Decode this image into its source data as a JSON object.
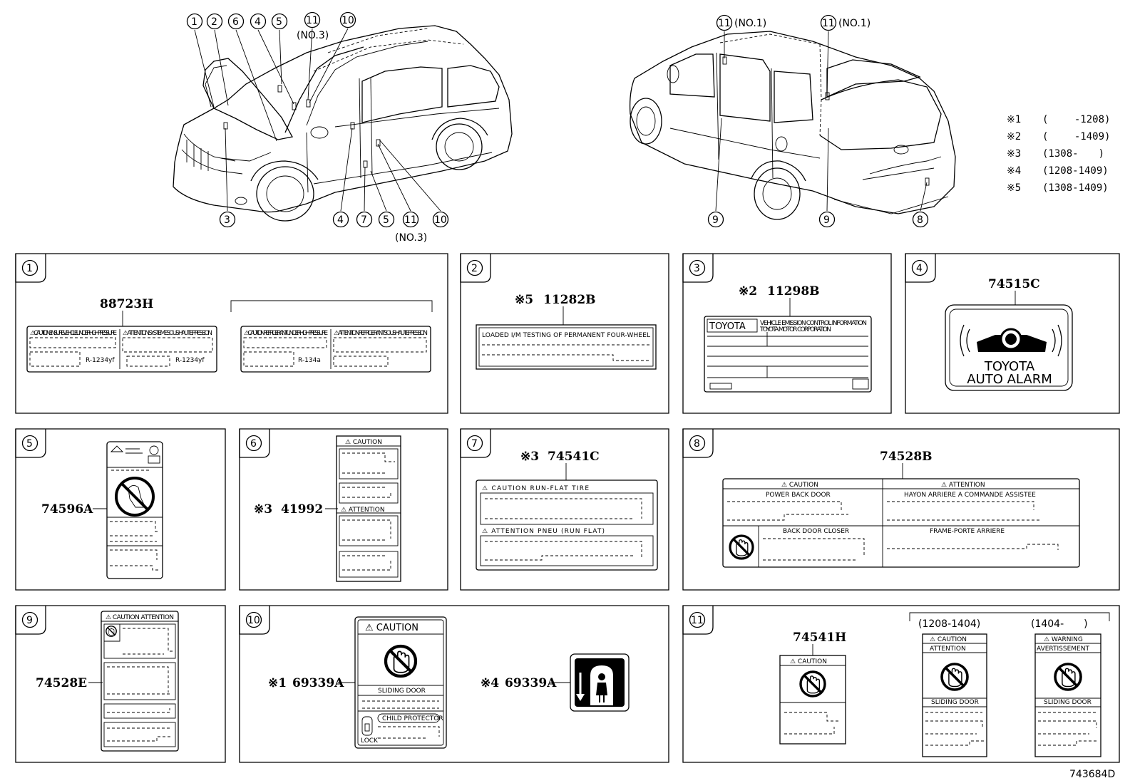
{
  "figure_code": "743684D",
  "notes": [
    {
      "mark": "※1",
      "range": "(　　 -1208)"
    },
    {
      "mark": "※2",
      "range": "(　　 -1409)"
    },
    {
      "mark": "※3",
      "range": "(1308-　　)"
    },
    {
      "mark": "※4",
      "range": "(1208-1409)"
    },
    {
      "mark": "※5",
      "range": "(1308-1409)"
    }
  ],
  "callouts": {
    "no3": "(NO.3)",
    "no1": "(NO.1)"
  },
  "panels": {
    "p1": {
      "index": "1",
      "part_no": "88723H",
      "label_a_l": "⚠ CAUTION ENSURE VEHICLE UNDER HIGH PRESSURE",
      "label_a_r": "⚠ ATTENTION SYSTEME SOUS HAUTE PRESSION",
      "label_b_l": "⚠ CAUTION REFRIGERANT UNDER HIGH PRESSURE",
      "label_b_r": "⚠ ATTENTION REFRIGERANT SOUS HAUTE PRESSION",
      "tag_a": "R-1234yf",
      "tag_b": "R-134a"
    },
    "p2": {
      "index": "2",
      "note_mark": "※5",
      "part_no": "11282B",
      "label_text": "LOADED I/M TESTING OF PERMANENT FOUR-WHEEL"
    },
    "p3": {
      "index": "3",
      "note_mark": "※2",
      "part_no": "11298B",
      "brand": "TOYOTA",
      "line1": "VEHICLE EMISSION CONTROL INFORMATION",
      "line2": "TOYOTA MOTOR CORPORATION"
    },
    "p4": {
      "index": "4",
      "part_no": "74515C",
      "brand_line1": "TOYOTA",
      "brand_line2": "AUTO ALARM"
    },
    "p5": {
      "index": "5",
      "part_no": "74596A"
    },
    "p6": {
      "index": "6",
      "note_mark": "※3",
      "part_no": "41992",
      "head1": "⚠ CAUTION",
      "head2": "⚠ ATTENTION"
    },
    "p7": {
      "index": "7",
      "note_mark": "※3",
      "part_no": "74541C",
      "head1": "⚠ CAUTION RUN-FLAT TIRE",
      "head2": "⚠ ATTENTION PNEU (RUN FLAT)"
    },
    "p8": {
      "index": "8",
      "part_no": "74528B",
      "head_l": "⚠ CAUTION",
      "head_r": "⚠ ATTENTION",
      "sub1": "POWER BACK DOOR",
      "sub2": "HAYON ARRIERE A COMMANDE ASSISTEE",
      "sub3": "BACK DOOR CLOSER",
      "sub4": "FRAME-PORTE ARRIERE"
    },
    "p9": {
      "index": "9",
      "part_no": "74528E",
      "head": "⚠ CAUTION ATTENTION"
    },
    "p10": {
      "index": "10",
      "note_a": "※1",
      "part_a": "69339A",
      "note_b": "※4",
      "part_b": "69339A",
      "caution": "⚠ CAUTION",
      "sliding": "SLIDING DOOR",
      "child": "CHILD PROTECTOR",
      "lock": "LOCK"
    },
    "p11": {
      "index": "11",
      "part_no": "74541H",
      "head": "⚠ CAUTION",
      "range_a": "(1208-1404)",
      "range_b": "(1404-　　)",
      "a_head1": "⚠ CAUTION",
      "a_head2": "ATTENTION",
      "b_head1": "⚠ WARNING",
      "b_head2": "AVERTISSEMENT",
      "sliding_a": "SLIDING DOOR",
      "sliding_b": "SLIDING DOOR"
    }
  }
}
